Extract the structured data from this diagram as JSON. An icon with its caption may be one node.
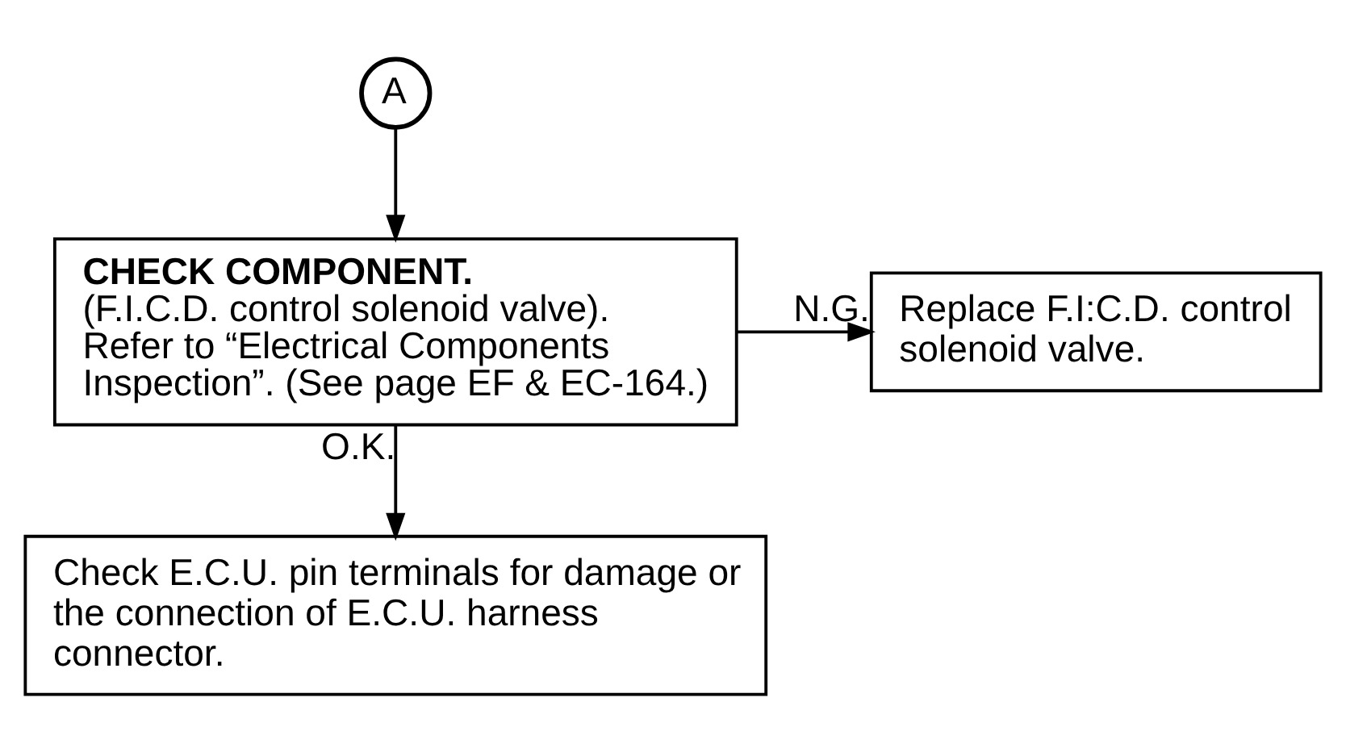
{
  "diagram": {
    "nodes": [
      {
        "text": [
          "A"
        ]
      },
      {
        "text": [
          "CHECK COMPONENT.",
          "(F.I.C.D. control solenoid valve). Refer to “Electrical Components Inspection”. (See page EF & EC-164.)"
        ]
      },
      {
        "text": [
          "Replace F.I:C.D. control solenoid valve."
        ]
      },
      {
        "text": [
          "Check E.C.U. pin terminals for damage or the connection of E.C.U. harness connector."
        ]
      }
    ],
    "edges": [
      {
        "from": 0,
        "to": 1,
        "arrow": "to"
      },
      {
        "from": 1,
        "to": 2,
        "arrow": "to",
        "label": "N.G."
      },
      {
        "from": 1,
        "to": 3,
        "arrow": "to",
        "label": "O.K."
      }
    ]
  }
}
